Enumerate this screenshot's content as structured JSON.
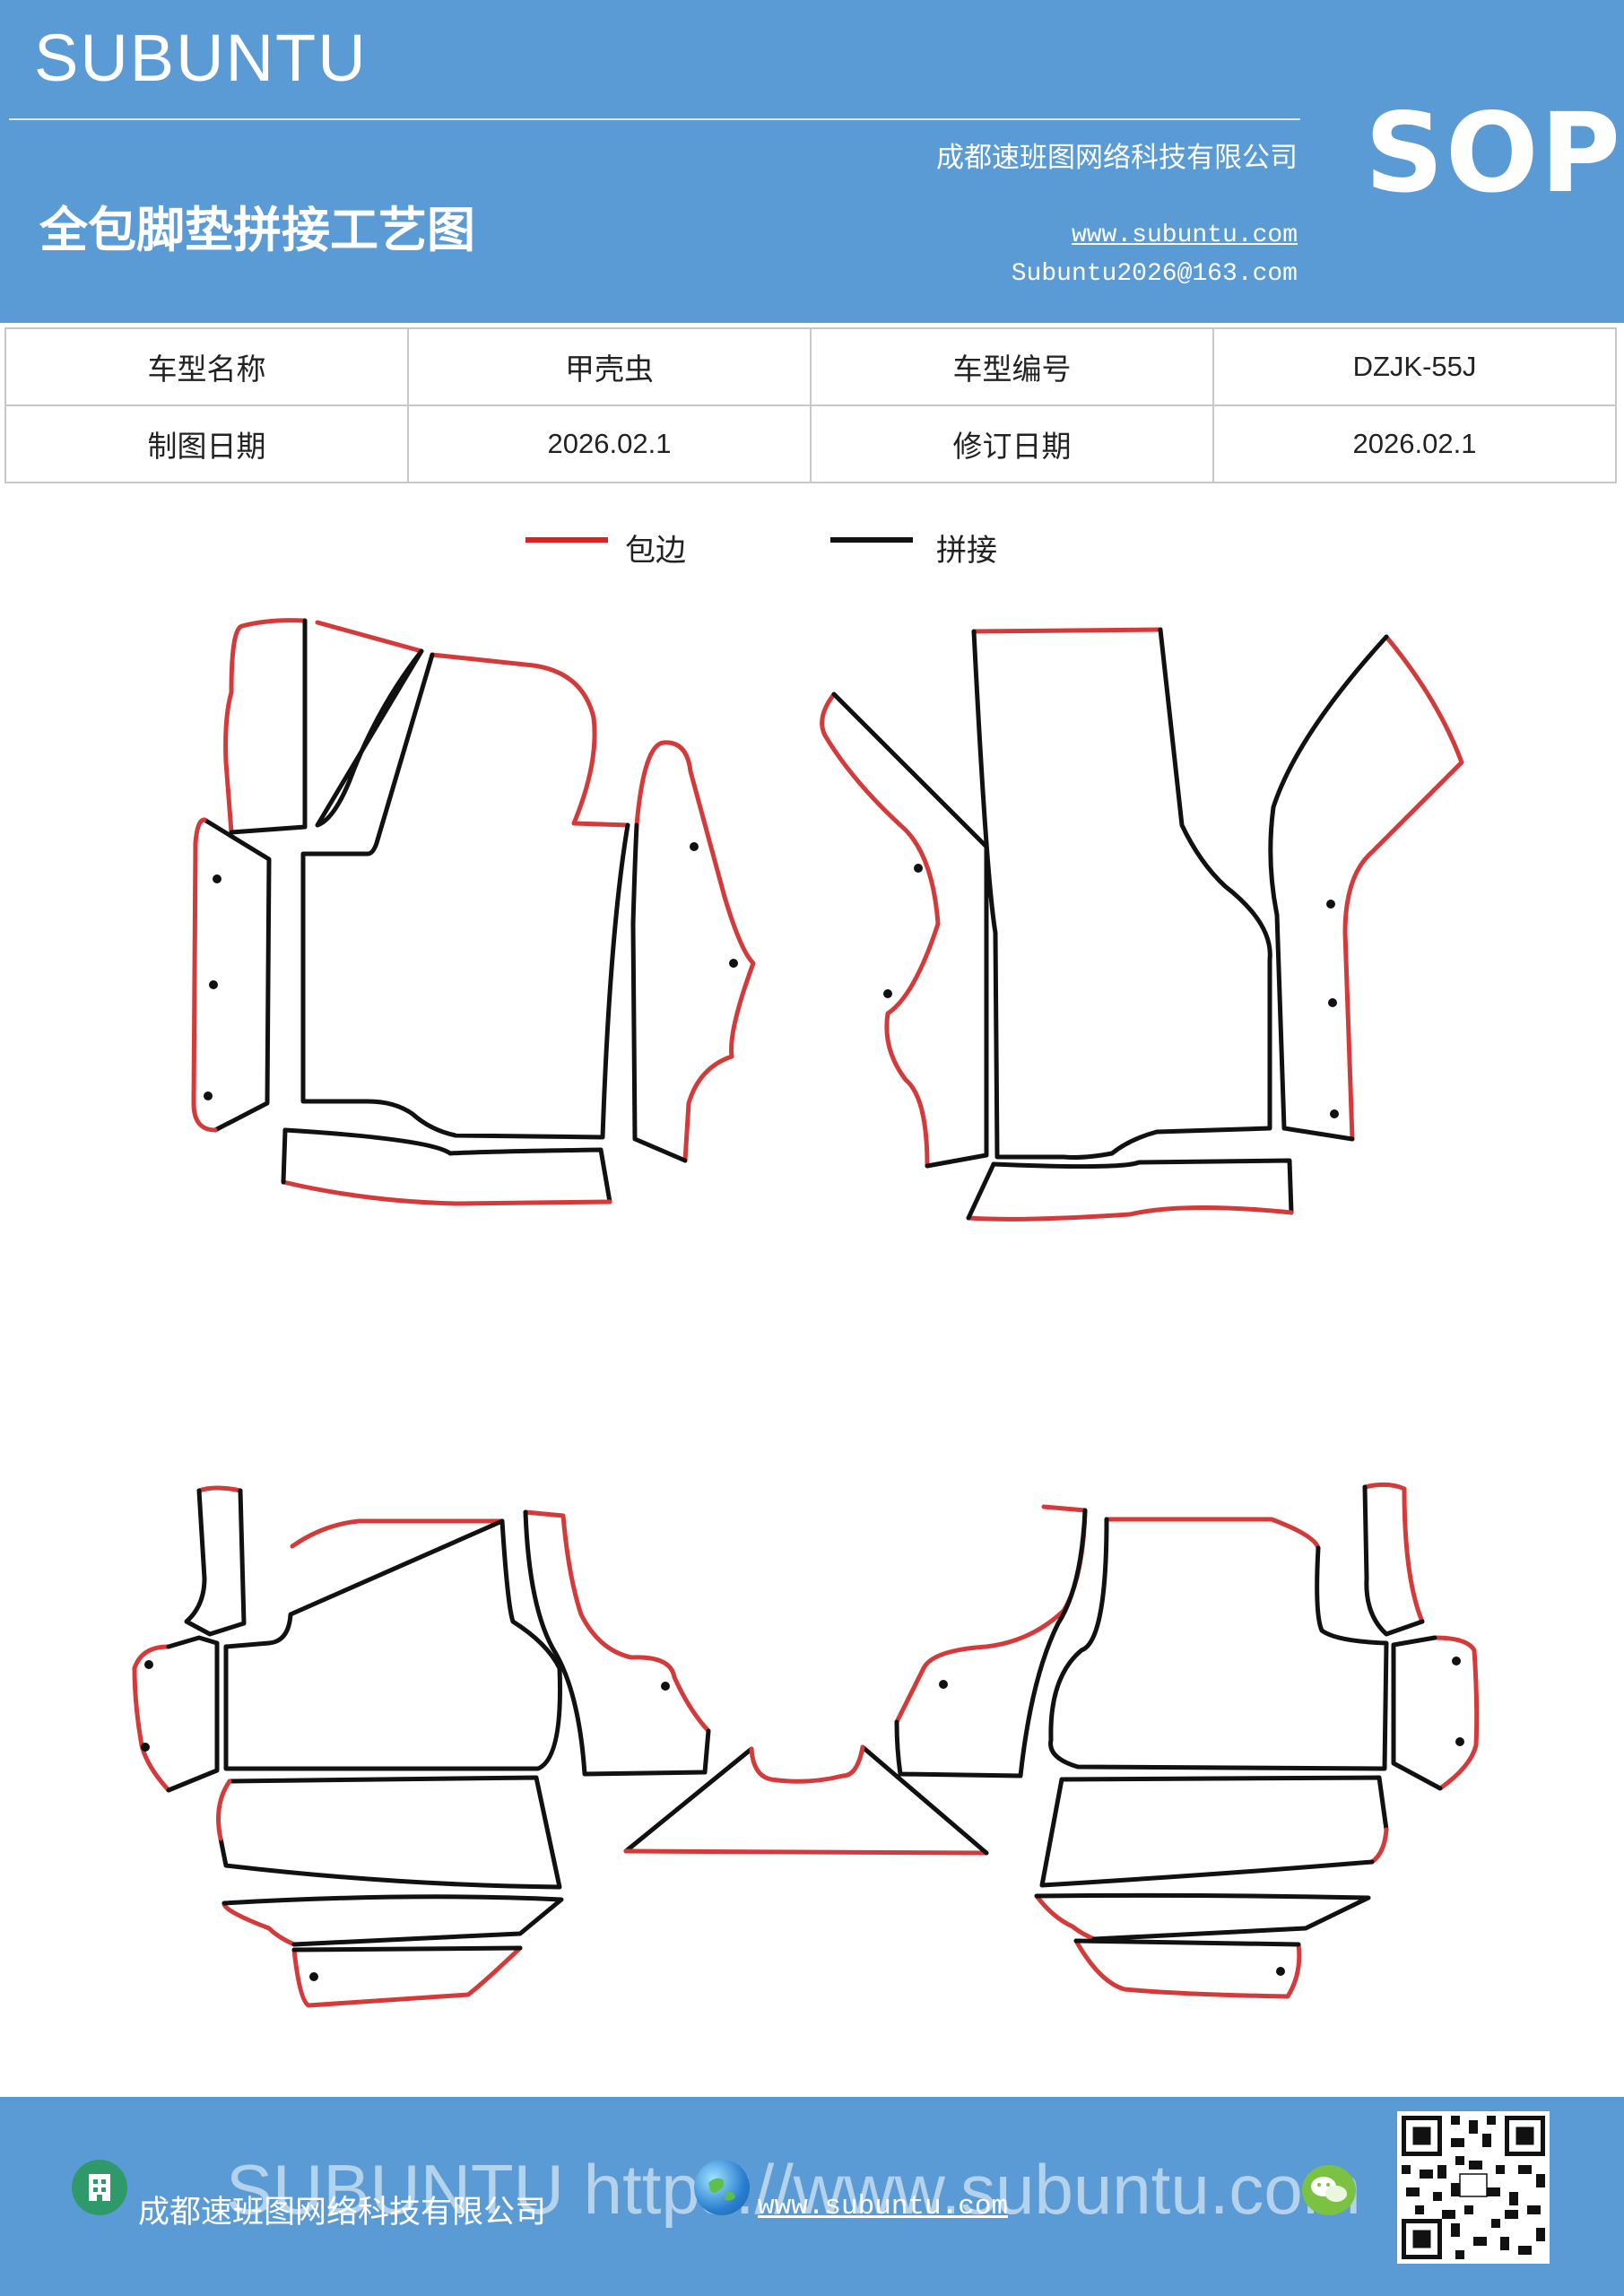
{
  "header": {
    "brand": "SUBUNTU",
    "title": "全包脚垫拼接工艺图",
    "company": "成都速班图网络科技有限公司",
    "website": "www.subuntu.com",
    "email": "Subuntu2026@163.com",
    "badge": "SOP"
  },
  "info_table": {
    "rows": [
      {
        "label1": "车型名称",
        "value1": "甲壳虫",
        "label2": "车型编号",
        "value2": "DZJK-55J"
      },
      {
        "label1": "制图日期",
        "value1": "2026.02.1",
        "label2": "修订日期",
        "value2": "2026.02.1"
      }
    ]
  },
  "legend": {
    "items": [
      {
        "label": "包边",
        "color": "#e02020"
      },
      {
        "label": "拼接",
        "color": "#111111"
      }
    ]
  },
  "colors": {
    "header_bg": "#5b9bd5",
    "edge_binding": "#d43a3a",
    "seam": "#111111"
  },
  "footer": {
    "company": "成都速班图网络科技有限公司",
    "website": "www.subuntu.com",
    "watermark": "SUBUNTU https://www.subuntu.com",
    "icons": [
      "building-icon",
      "globe-icon",
      "wechat-icon",
      "qr-code"
    ]
  }
}
